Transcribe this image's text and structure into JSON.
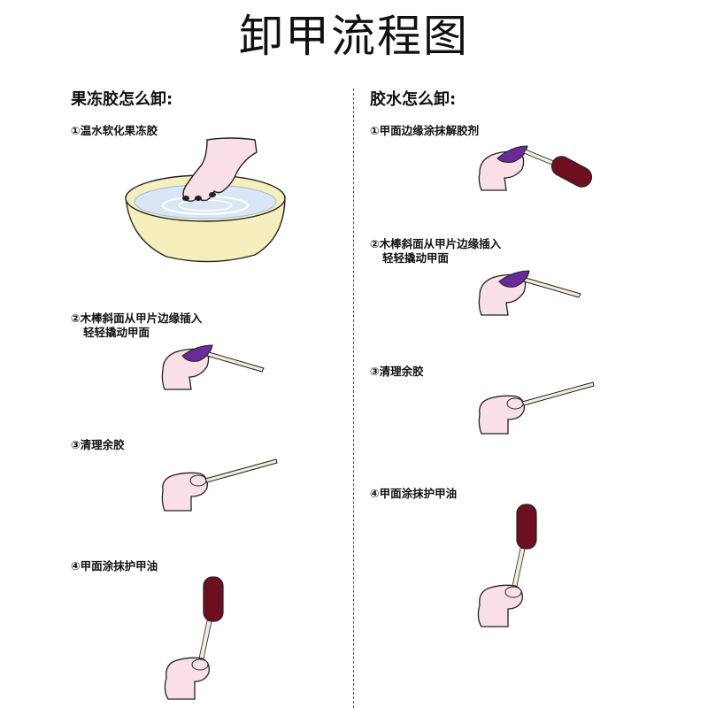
{
  "title": "卸甲流程图",
  "left": {
    "heading": "果冻胶怎么卸:",
    "steps": [
      {
        "line1": "①温水软化果冻胶",
        "line2": ""
      },
      {
        "line1": "②木棒斜面从甲片边缘插入",
        "line2": "轻轻撬动甲面"
      },
      {
        "line1": "③清理余胶",
        "line2": ""
      },
      {
        "line1": "④甲面涂抹护甲油",
        "line2": ""
      }
    ]
  },
  "right": {
    "heading": "胶水怎么卸:",
    "steps": [
      {
        "line1": "①甲面边缘涂抹解胶剂",
        "line2": ""
      },
      {
        "line1": "②木棒斜面从甲片边缘插入",
        "line2": "轻轻撬动甲面"
      },
      {
        "line1": "③清理余胶",
        "line2": ""
      },
      {
        "line1": "④甲面涂抹护甲油",
        "line2": ""
      }
    ]
  },
  "colors": {
    "skin": "#f8e0e6",
    "outline": "#222222",
    "nail_polish": "#6a2a9a",
    "bottle": "#6e0f1f",
    "stick": "#f2ecd8",
    "bowl": "#f5efbd",
    "water": "#d8e6f6"
  }
}
